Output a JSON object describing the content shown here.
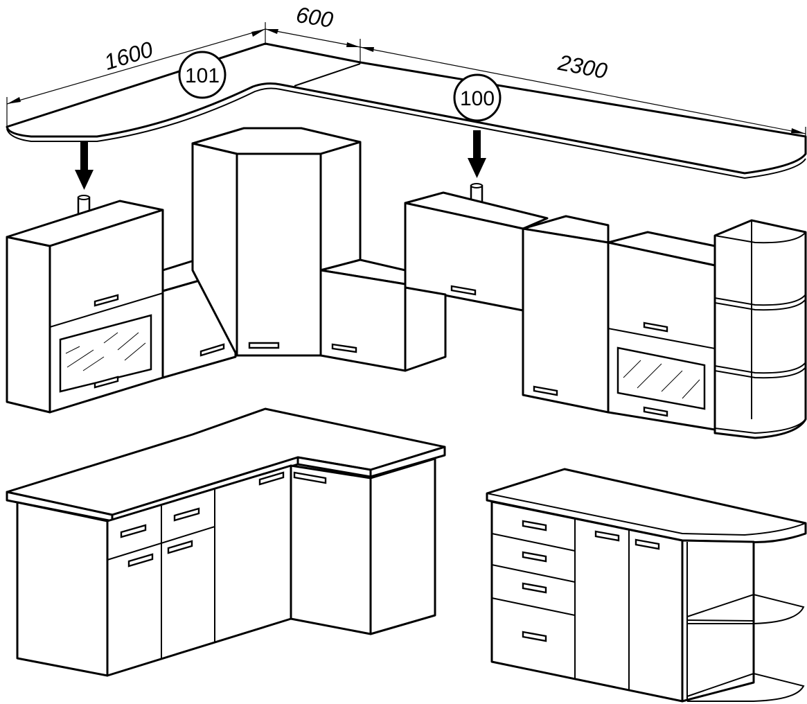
{
  "dimensions": {
    "left": "1600",
    "middle": "600",
    "right": "2300"
  },
  "callouts": {
    "left_part": "101",
    "right_part": "100"
  },
  "colors": {
    "line": "#000000",
    "background": "#ffffff"
  },
  "icons": [
    "down-arrow-icon",
    "support-leg-icon"
  ]
}
